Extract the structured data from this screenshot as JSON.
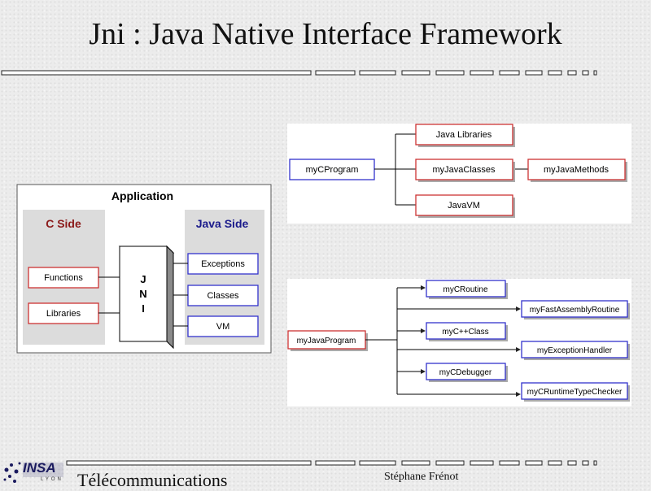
{
  "slide": {
    "title": "Jni : Java Native Interface Framework",
    "footer_dept": "Télécommunications",
    "footer_author": "Stéphane Frénot",
    "logo_text": "INSA",
    "logo_sub": "LYON"
  },
  "left_diagram": {
    "title": "Application",
    "c_side": "C Side",
    "java_side": "Java Side",
    "jni_letters": [
      "J",
      "N",
      "I"
    ],
    "c_boxes": [
      "Functions",
      "Libraries"
    ],
    "java_boxes": [
      "Exceptions",
      "Classes",
      "VM"
    ],
    "colors": {
      "c_side": "#8b1a1a",
      "java_side": "#1a1a8b",
      "c_box_border": "#cc3333",
      "java_box_border": "#3333cc"
    }
  },
  "top_right_diagram": {
    "root": "myCProgram",
    "children": [
      "Java Libraries",
      "myJavaClasses",
      "JavaVM"
    ],
    "grandchild": "myJavaMethods"
  },
  "bottom_right_diagram": {
    "root": "myJavaProgram",
    "nodes": [
      "myCRoutine",
      "myFastAssemblyRoutine",
      "myC++Class",
      "myExceptionHandler",
      "myCDebugger",
      "myCRuntimeTypeChecker"
    ]
  }
}
